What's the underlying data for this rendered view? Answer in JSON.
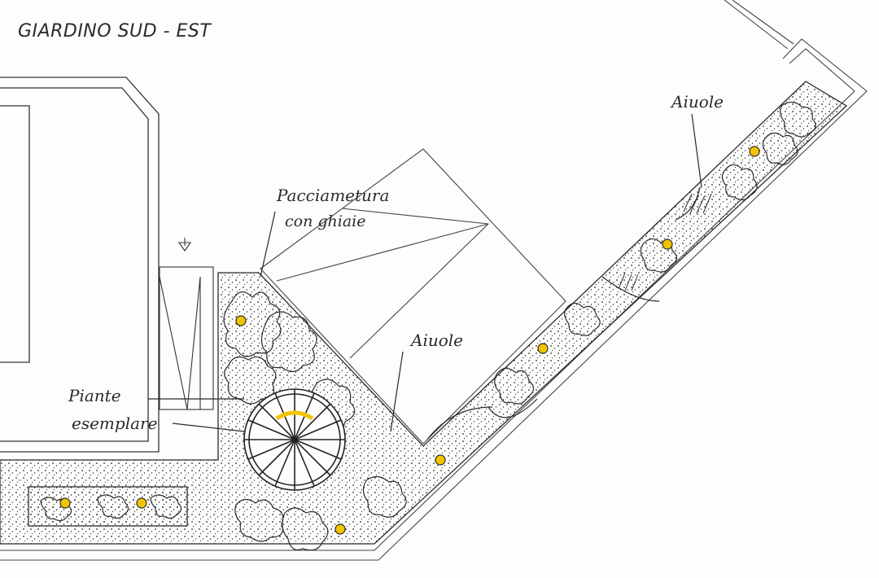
{
  "title": "GIARDINO SUD - EST",
  "labels": {
    "pacciamatura_line1": "Pacciametura",
    "pacciamatura_line2": "con ghiaie",
    "aiuole_center": "Aiuole",
    "aiuole_right": "Aiuole",
    "pianta_line1": "Piante",
    "pianta_line2": "esemplare"
  },
  "colors": {
    "ink": "#2a2a2a",
    "flower": "#f2c400",
    "paper": "#fdfdfb"
  }
}
